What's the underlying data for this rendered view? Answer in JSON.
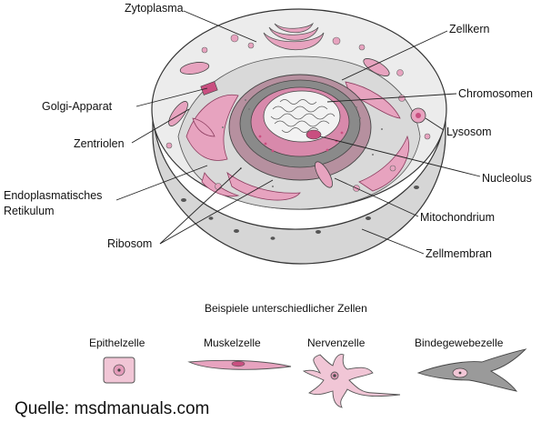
{
  "labels": {
    "zytoplasma": "Zytoplasma",
    "zellkern": "Zellkern",
    "chromosomen": "Chromosomen",
    "golgi": "Golgi-Apparat",
    "lysosom": "Lysosom",
    "zentriolen": "Zentriolen",
    "nucleolus": "Nucleolus",
    "er_line1": "Endoplasmatisches",
    "er_line2": "Retikulum",
    "mitochondrium": "Mitochondrium",
    "ribosom": "Ribosom",
    "zellmembran": "Zellmembran"
  },
  "examples": {
    "title": "Beispiele unterschiedlicher Zellen",
    "items": [
      "Epithelzelle",
      "Muskelzelle",
      "Nervenzelle",
      "Bindegewebezelle"
    ]
  },
  "source": "Quelle: msdmanuals.com",
  "colors": {
    "cytoplasm": "#ededed",
    "organelle_pink": "#e7a3bf",
    "organelle_dark": "#c94f80",
    "nucleus_gray": "#8a8a8a",
    "membrane_gray": "#d2d2d2",
    "connective_gray": "#9a9a9a"
  }
}
